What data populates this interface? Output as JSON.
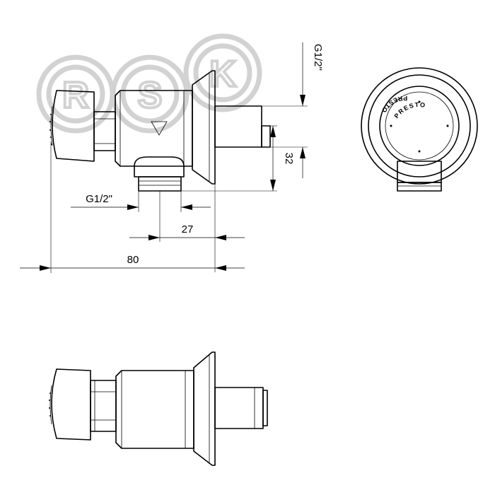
{
  "watermark": {
    "letters": [
      "R",
      "S",
      "K"
    ]
  },
  "dimensions": {
    "thread_top": "G1/2\"",
    "thread_bottom": "G1/2\"",
    "height_32": "32",
    "width_27": "27",
    "width_80": "80"
  },
  "front_view": {
    "brand_text": "PRESTO"
  }
}
